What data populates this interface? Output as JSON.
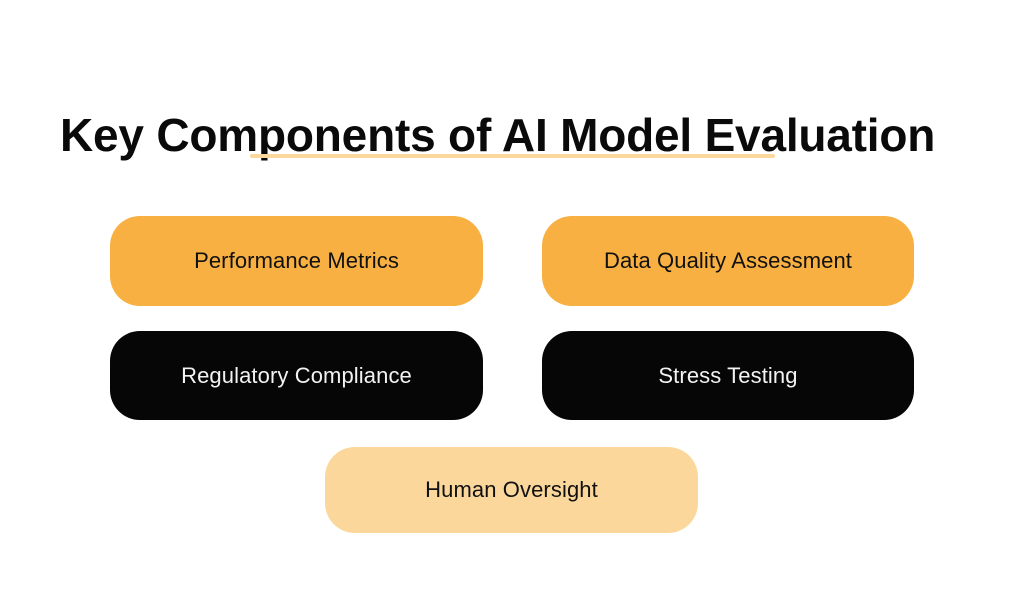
{
  "header": {
    "title": "Key Components of AI Model Evaluation"
  },
  "divider": {
    "color": "#fbd89c"
  },
  "colors": {
    "background": "#ffffff",
    "title_text": "#0a0a0a",
    "accent_orange": "#f7b041",
    "accent_orange_light": "#fbd79b",
    "dark": "#060606",
    "dark_text_on_light": "#111111",
    "light_text_on_dark": "#f2f2f2"
  },
  "cards": [
    {
      "label": "Performance Metrics",
      "style": "accent",
      "row": 1,
      "column": 1
    },
    {
      "label": "Data Quality Assessment",
      "style": "accent",
      "row": 1,
      "column": 2
    },
    {
      "label": "Regulatory Compliance",
      "style": "dark",
      "row": 2,
      "column": 1
    },
    {
      "label": "Stress Testing",
      "style": "dark",
      "row": 2,
      "column": 2
    },
    {
      "label": "Human Oversight",
      "style": "tint",
      "row": 3,
      "column": 1
    }
  ]
}
